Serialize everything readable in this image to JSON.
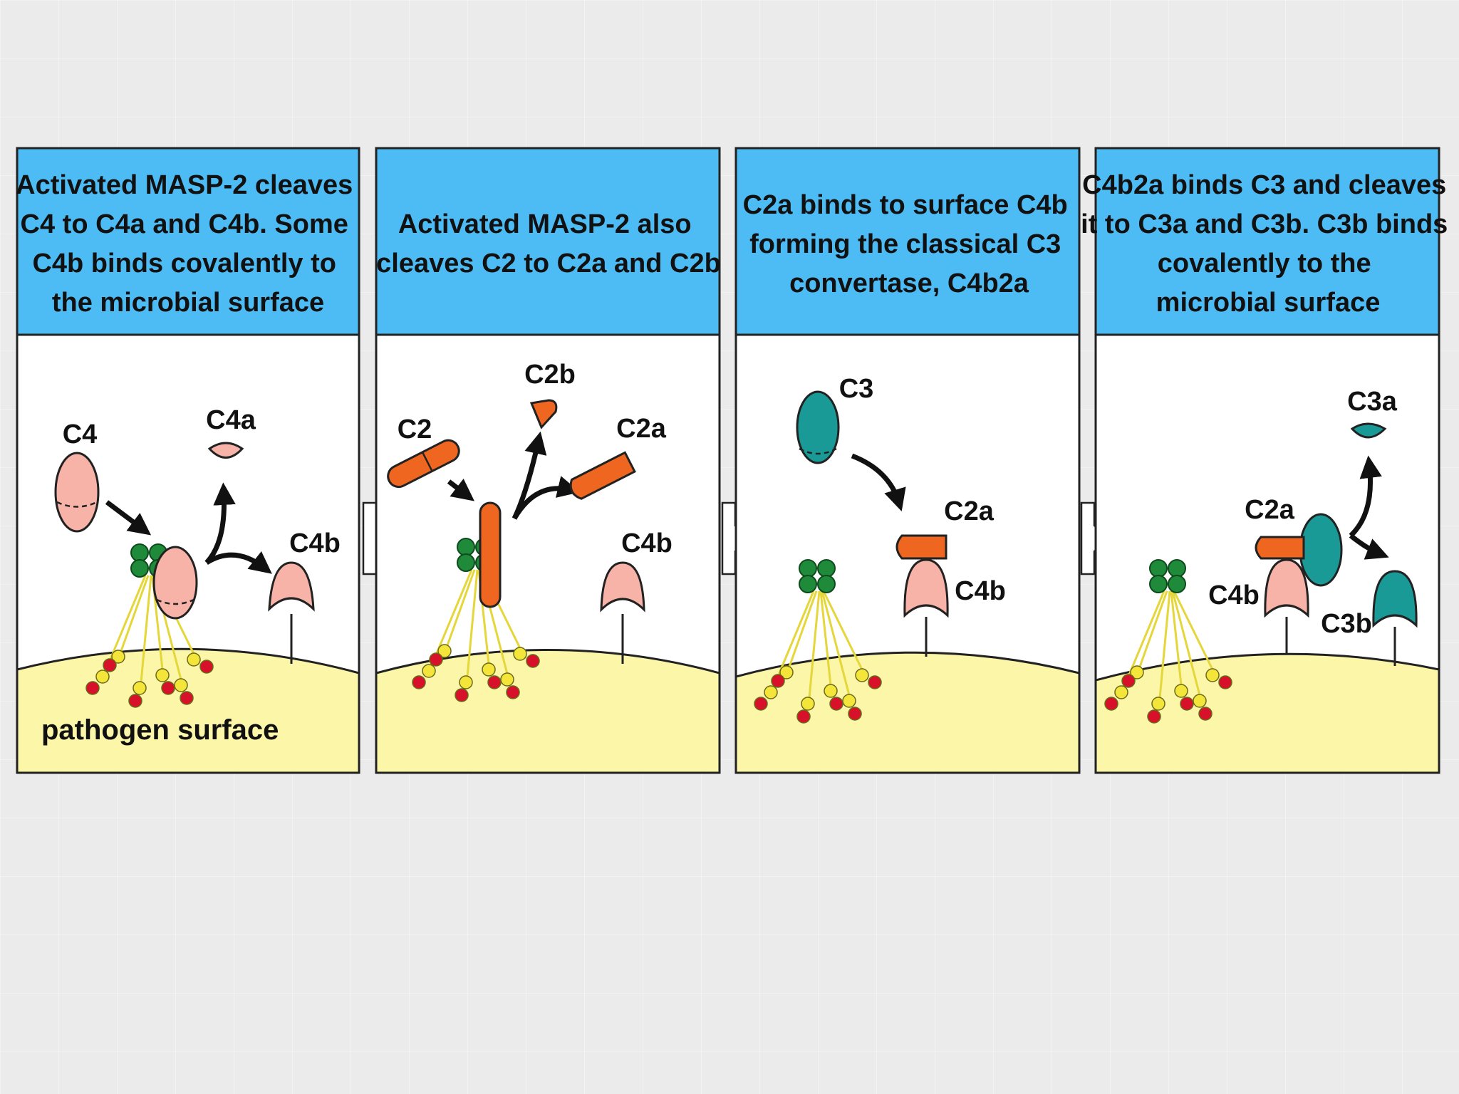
{
  "colors": {
    "header_bg": "#4dbcf5",
    "panel_bg": "#ffffff",
    "surface": "#fbf6a8",
    "border": "#222222",
    "c4": "#f7b3a8",
    "c2": "#ef6620",
    "c3": "#1a9a97",
    "masp_head": "#1f8a3a",
    "lectin_red": "#d8112a",
    "lectin_yellow": "#f4e53b"
  },
  "panels": [
    {
      "header_lines": [
        "Activated MASP-2 cleaves",
        "C4 to C4a and C4b. Some",
        "C4b binds covalently to",
        "the microbial surface"
      ],
      "labels": {
        "c4": "C4",
        "c4a": "C4a",
        "c4b": "C4b"
      },
      "surface_label": "pathogen surface"
    },
    {
      "header_lines": [
        "Activated MASP-2 also",
        "cleaves C2 to C2a and C2b"
      ],
      "labels": {
        "c2": "C2",
        "c2b": "C2b",
        "c2a": "C2a",
        "c4b": "C4b"
      }
    },
    {
      "header_lines": [
        "C2a binds to surface C4b",
        "forming the classical C3",
        "convertase, C4b2a"
      ],
      "labels": {
        "c3": "C3",
        "c2a": "C2a",
        "c4b": "C4b"
      }
    },
    {
      "header_lines": [
        "C4b2a binds C3 and cleaves",
        "it to C3a and C3b. C3b binds",
        "covalently to the",
        "microbial surface"
      ],
      "labels": {
        "c3a": "C3a",
        "c2a": "C2a",
        "c4b": "C4b",
        "c3b": "C3b"
      }
    }
  ]
}
